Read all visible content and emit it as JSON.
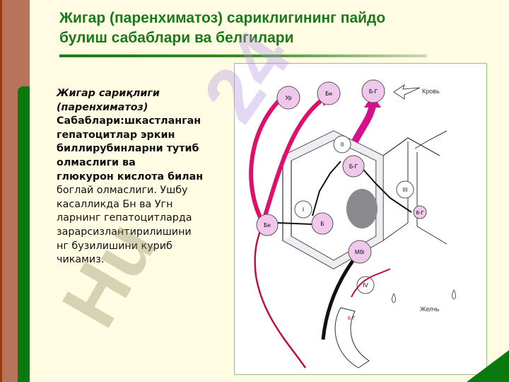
{
  "slide": {
    "title_line1": "Жигар (паренхиматоз) сариклигининг пайдо",
    "title_line2": "булиш сабаблари ва белгилари",
    "body": {
      "heading1": "Жигар сариқлиги",
      "heading2": "(паренхиматоз)",
      "bold_lines": [
        "Сабаблари:шкастланган",
        "гепатоцитлар эркин",
        "биллирубинларни тутиб",
        "олмаслиги ва",
        "глюкурон кислота билан"
      ],
      "normal_lines": [
        "боглай олмаслиги. Ушбу",
        "касалликда  Бн ва Угн",
        "ларнинг гепатоцитларда",
        "зарарсизлантирилишини",
        "нг бузилишини куриб",
        "чикамиз."
      ]
    }
  },
  "figure": {
    "labels": {
      "ur": "Ур",
      "bn_top": "Бн",
      "bg_top": "Б-Г",
      "blood": "Кровь",
      "ii": "II",
      "bg_mid": "Б-Г",
      "iii": "III",
      "i": "I",
      "bn_left": "Бн",
      "b": "Б",
      "bg_right": "Б-Г",
      "mbg": "Мбг",
      "iv": "IV",
      "bile": "Желчь",
      "bg_gut": "Б-Г"
    }
  },
  "colors": {
    "title": "#1a7a1a",
    "accent_pink": "#e0106a",
    "circle_fill": "#f0c8ec"
  }
}
